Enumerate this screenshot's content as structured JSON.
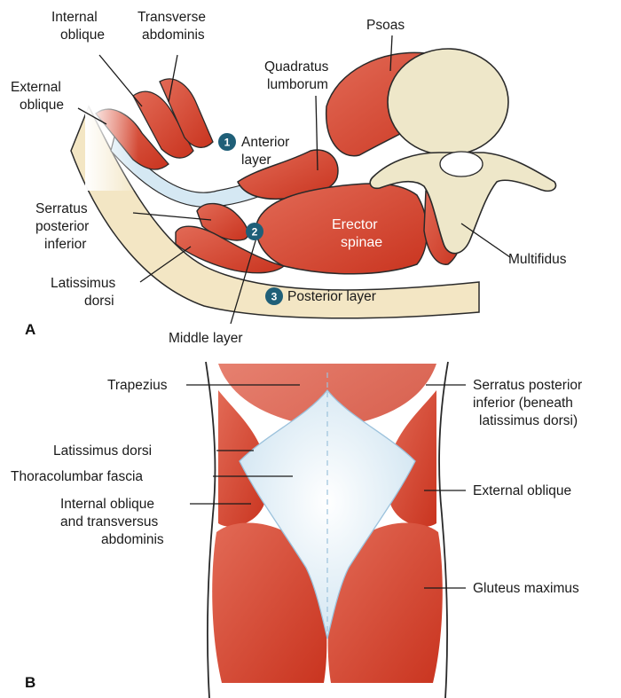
{
  "colors": {
    "muscle": "#d9412f",
    "muscle_light": "#e87a66",
    "fascia": "#f3e6c4",
    "fascia_blue": "#d5e8f3",
    "bone": "#eee7c9",
    "badge": "#1f5f78",
    "outline": "#2a2a2a"
  },
  "panel_a": {
    "panel_label": "A",
    "labels": {
      "internal_oblique": [
        "Internal",
        "oblique"
      ],
      "transverse_abdominis": [
        "Transverse",
        "abdominis"
      ],
      "external_oblique": [
        "External",
        "oblique"
      ],
      "psoas": [
        "Psoas"
      ],
      "quadratus_lumborum": [
        "Quadratus",
        "lumborum"
      ],
      "anterior_layer": [
        "Anterior",
        "layer"
      ],
      "serratus_posterior_inferior": [
        "Serratus",
        "posterior",
        "inferior"
      ],
      "erector_spinae": [
        "Erector",
        "spinae"
      ],
      "multifidus": [
        "Multifidus"
      ],
      "latissimus_dorsi": [
        "Latissimus",
        "dorsi"
      ],
      "posterior_layer": [
        "Posterior layer"
      ],
      "middle_layer": [
        "Middle layer"
      ]
    },
    "badges": {
      "anterior": "1",
      "middle": "2",
      "posterior": "3"
    }
  },
  "panel_b": {
    "panel_label": "B",
    "labels": {
      "trapezius": [
        "Trapezius"
      ],
      "latissimus_dorsi": [
        "Latissimus dorsi"
      ],
      "thoracolumbar_fascia": [
        "Thoracolumbar fascia"
      ],
      "internal_oblique_transversus": [
        "Internal oblique",
        "and transversus",
        "abdominis"
      ],
      "serratus_posterior_inferior": [
        "Serratus posterior",
        "inferior (beneath",
        "latissimus dorsi)"
      ],
      "external_oblique": [
        "External oblique"
      ],
      "gluteus_maximus": [
        "Gluteus maximus"
      ]
    }
  }
}
